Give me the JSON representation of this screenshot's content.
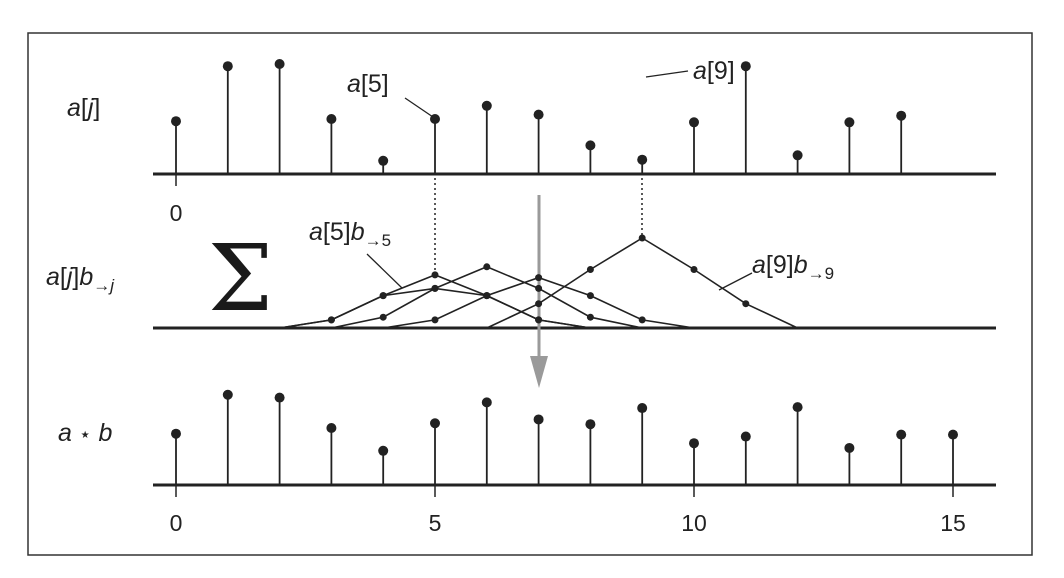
{
  "labels": {
    "row_a": {
      "a": "a",
      "open": "[",
      "j": "j",
      "close": "]"
    },
    "row_ab": {
      "a": "a",
      "open": "[",
      "j": "j",
      "close": "]",
      "b": "b",
      "sub_arrow": "→",
      "sub_j": "j"
    },
    "row_conv": {
      "a": "a",
      "star": "⋆",
      "b": "b"
    },
    "sum_symbol": "Σ",
    "ann_a5": {
      "a": "a",
      "idx": "[5]"
    },
    "ann_a9": {
      "a": "a",
      "idx": "[9]"
    },
    "ann_a5b": {
      "a": "a",
      "idx": "[5]",
      "b": "b",
      "sub": "→5"
    },
    "ann_a9b": {
      "a": "a",
      "idx": "[9]",
      "b": "b",
      "sub": "→9"
    },
    "top_tick_zero": "0",
    "bottom_ticks": [
      "0",
      "5",
      "10",
      "15"
    ]
  },
  "signal_a": [
    0.48,
    0.98,
    1.0,
    0.5,
    0.12,
    0.5,
    0.62,
    0.54,
    0.26,
    0.13,
    0.47,
    0.98,
    0.17,
    0.47,
    0.53,
    null
  ],
  "signal_conv": [
    0.54,
    0.95,
    0.92,
    0.6,
    0.36,
    0.65,
    0.87,
    0.69,
    0.64,
    0.81,
    0.44,
    0.51,
    0.82,
    0.39,
    0.53,
    0.53
  ],
  "shifted_kernels": [
    {
      "center": 5,
      "values": [
        [
          2,
          0.0
        ],
        [
          3,
          0.09
        ],
        [
          4,
          0.36
        ],
        [
          5,
          0.59
        ],
        [
          6,
          0.36
        ],
        [
          7,
          0.09
        ],
        [
          8,
          0.0
        ]
      ]
    },
    {
      "center": 4,
      "values": [
        [
          2,
          0.0
        ],
        [
          3,
          0.09
        ],
        [
          4,
          0.36
        ],
        [
          5,
          0.44
        ],
        [
          6,
          0.36
        ],
        [
          7,
          0.09
        ],
        [
          8,
          0.0
        ]
      ]
    },
    {
      "center": 6,
      "values": [
        [
          3,
          0.0
        ],
        [
          4,
          0.12
        ],
        [
          5,
          0.44
        ],
        [
          6,
          0.68
        ],
        [
          7,
          0.44
        ],
        [
          8,
          0.12
        ],
        [
          9,
          0.0
        ]
      ]
    },
    {
      "center": 7,
      "values": [
        [
          4,
          0.0
        ],
        [
          5,
          0.09
        ],
        [
          6,
          0.36
        ],
        [
          7,
          0.56
        ],
        [
          8,
          0.36
        ],
        [
          9,
          0.09
        ],
        [
          10,
          0.0
        ]
      ]
    },
    {
      "center": 9,
      "values": [
        [
          6,
          0.0
        ],
        [
          7,
          0.27
        ],
        [
          8,
          0.65
        ],
        [
          9,
          1.0
        ],
        [
          10,
          0.65
        ],
        [
          11,
          0.27
        ],
        [
          12,
          0.0
        ]
      ]
    }
  ]
}
